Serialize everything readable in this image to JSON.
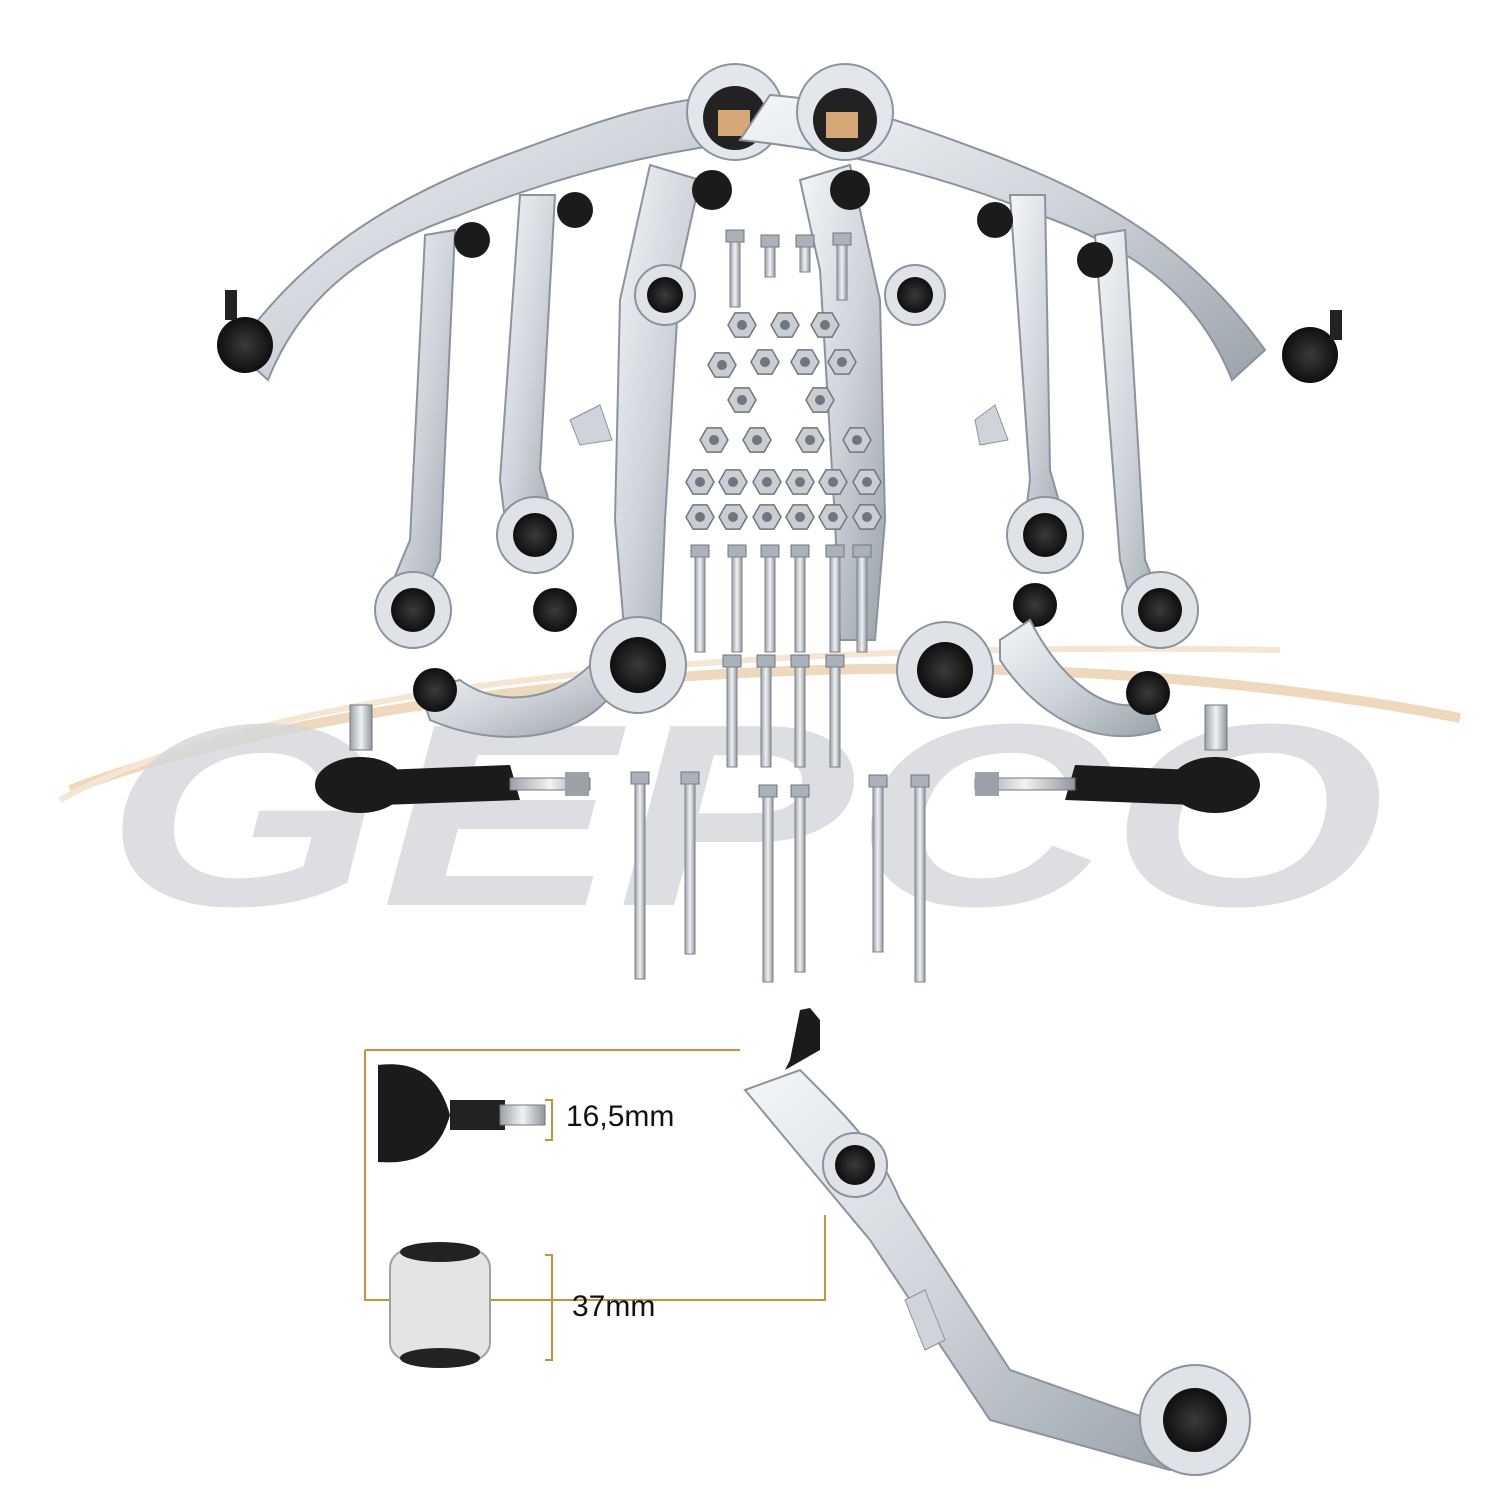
{
  "watermark": {
    "text": "GEPCO",
    "color": "#c8cbcf",
    "accent": "#e8a44a"
  },
  "dimensions": {
    "stud_length": "16,5mm",
    "bushing_width": "37mm",
    "guide_color": "#c7923a"
  },
  "colors": {
    "metal": "#d9dde2",
    "metal_shade": "#aab1b9",
    "rubber": "#1b1b1b",
    "tan": "#d6a777"
  }
}
